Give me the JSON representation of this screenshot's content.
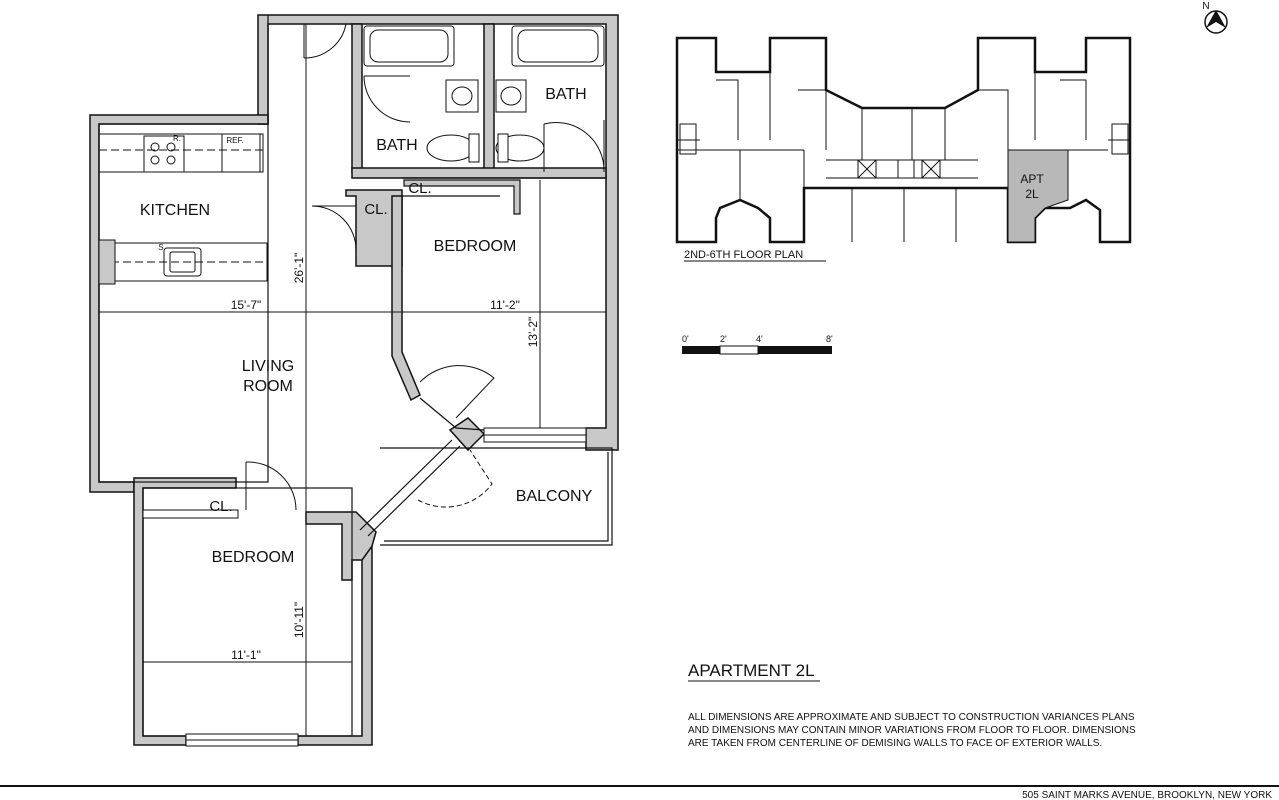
{
  "rooms": {
    "kitchen": "KITCHEN",
    "living_line1": "LIVING",
    "living_line2": "ROOM",
    "bedroom_main": "BEDROOM",
    "bedroom_lower": "BEDROOM",
    "bath_left": "BATH",
    "bath_right": "BATH",
    "balcony": "BALCONY",
    "closet_top": "CL.",
    "closet_mid": "CL.",
    "closet_low": "CL."
  },
  "fixtures": {
    "range": "R.",
    "refrigerator": "REF.",
    "sink": "S."
  },
  "dimensions": {
    "living_width": "15'-7\"",
    "living_depth": "26'-1\"",
    "bedroom_width": "11'-2\"",
    "bedroom_depth": "13'-2\"",
    "lower_bedroom_width": "11'-1\"",
    "lower_bedroom_depth": "10'-11\""
  },
  "key_plan": {
    "title": "2ND-6TH FLOOR PLAN",
    "apt_line1": "APT",
    "apt_line2": "2L"
  },
  "scale_bar": {
    "ticks": [
      "0'",
      "2'",
      "4'",
      "8'"
    ]
  },
  "north_arrow": "N",
  "title": "APARTMENT 2L",
  "disclaimer": [
    "ALL DIMENSIONS ARE APPROXIMATE AND SUBJECT TO CONSTRUCTION VARIANCES PLANS",
    "AND DIMENSIONS MAY CONTAIN MINOR VARIATIONS FROM FLOOR TO FLOOR. DIMENSIONS",
    "ARE TAKEN FROM CENTERLINE OF DEMISING WALLS TO FACE OF EXTERIOR WALLS."
  ],
  "address": "505 SAINT MARKS AVENUE, BROOKLYN, NEW YORK",
  "colors": {
    "wall_fill": "#c8c8c8",
    "line": "#111111",
    "key_plan_highlight": "#b8b8b8"
  }
}
